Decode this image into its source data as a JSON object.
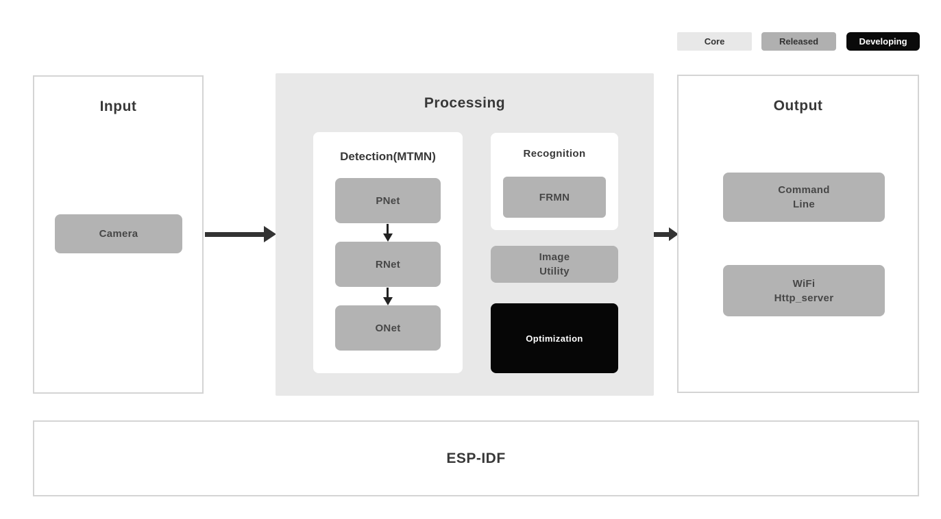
{
  "legend": {
    "core": "Core",
    "released": "Released",
    "developing": "Developing"
  },
  "input": {
    "title": "Input",
    "camera": "Camera"
  },
  "processing": {
    "title": "Processing",
    "detection": {
      "title": "Detection(MTMN)",
      "nodes": [
        "PNet",
        "RNet",
        "ONet"
      ]
    },
    "recognition": {
      "title": "Recognition",
      "node": "FRMN"
    },
    "image_utility": {
      "line1": "Image",
      "line2": "Utility"
    },
    "optimization": "Optimization"
  },
  "output": {
    "title": "Output",
    "command_line": {
      "line1": "Command",
      "line2": "Line"
    },
    "wifi": {
      "line1": "WiFi",
      "line2": "Http_server"
    }
  },
  "foundation": {
    "title": "ESP-IDF"
  },
  "colors": {
    "core_bg": "#e8e8e8",
    "released_bg": "#b0b0b0",
    "developing_bg": "#0a0a0a",
    "processing_bg": "#e8e8e8",
    "node_bg": "#b3b3b3",
    "optimization_bg": "#060606",
    "panel_border": "#d4d4d4",
    "arrow": "#333333",
    "text_dark": "#383838"
  }
}
